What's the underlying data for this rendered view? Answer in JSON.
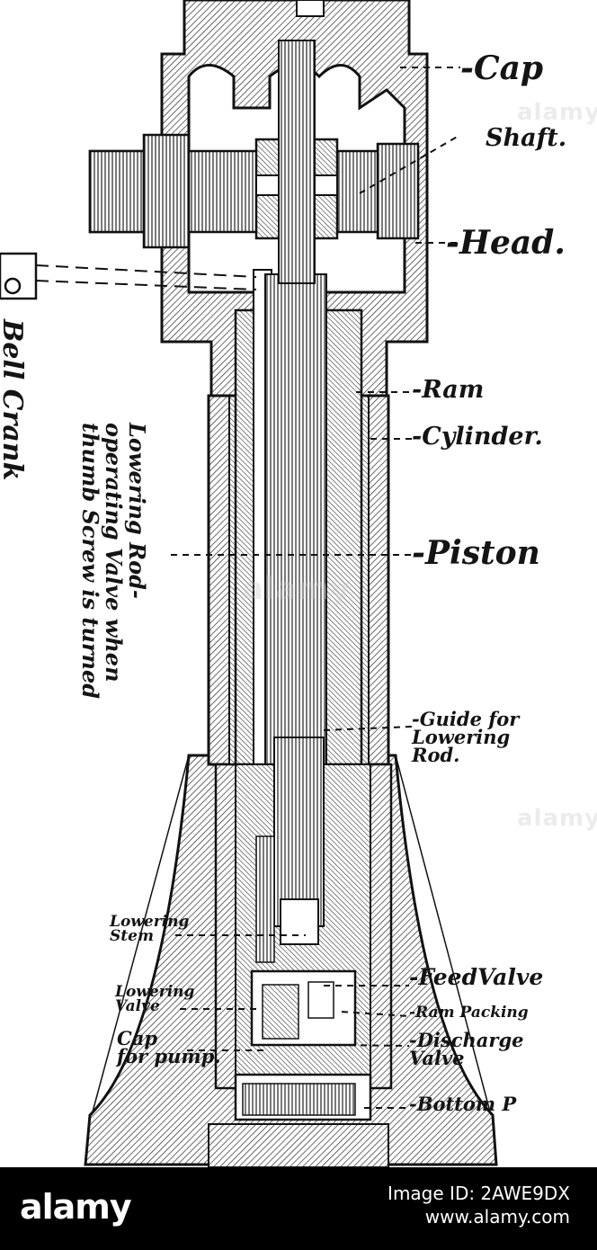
{
  "diagram": {
    "labels": {
      "cap": "-Cap",
      "shaft": "Shaft.",
      "head": "-Head.",
      "ram": "-Ram",
      "cylinder": "-Cylinder.",
      "piston": "-Piston",
      "guide": "-Guide for\nLowering\nRod.",
      "feed_valve": "-FeedValve",
      "ram_packing": "-Ram Packing",
      "discharge_valve": "-Discharge\nValve",
      "bottom": "-Bottom P",
      "lowering_stem": "Lowering\nStem",
      "lowering_valve": "Lowering\nValve",
      "cap_pump": "Cap\nfor pump.",
      "bell_crank": "Bell Crank",
      "lowering_rod_line1": "Lowering Rod-",
      "lowering_rod_line2": "operating Valve when",
      "lowering_rod_line3": "thumb Screw is turned"
    }
  },
  "watermark": {
    "text": "alamy"
  },
  "footer": {
    "logo": "alamy",
    "image_id_label": "Image ID: 2AWE9DX",
    "site": "www.alamy.com"
  }
}
